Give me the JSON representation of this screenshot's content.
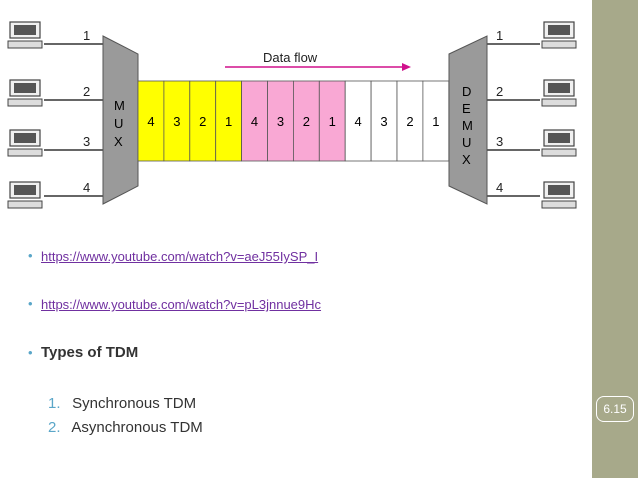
{
  "slide_number": "6.15",
  "diagram": {
    "data_flow_label": "Data flow",
    "mux_label": [
      "M",
      "U",
      "X"
    ],
    "demux_label": [
      "D",
      "E",
      "M",
      "U",
      "X"
    ],
    "input_lines": [
      "1",
      "2",
      "3",
      "4"
    ],
    "output_lines": [
      "1",
      "2",
      "3",
      "4"
    ],
    "frames": [
      {
        "color": "#ffff00",
        "slots": [
          "4",
          "3",
          "2",
          "1"
        ]
      },
      {
        "color": "#f9a8d4",
        "slots": [
          "4",
          "3",
          "2",
          "1"
        ]
      },
      {
        "color": "#ffffff",
        "slots": [
          "4",
          "3",
          "2",
          "1"
        ]
      }
    ]
  },
  "bullets": {
    "link1": "https://www.youtube.com/watch?v=aeJ55IySP_I",
    "link2": "https://www.youtube.com/watch?v=pL3jnnue9Hc",
    "heading": "Types of TDM",
    "items": [
      {
        "num": "1.",
        "text": "Synchronous TDM"
      },
      {
        "num": "2.",
        "text": "Asynchronous TDM"
      }
    ]
  }
}
